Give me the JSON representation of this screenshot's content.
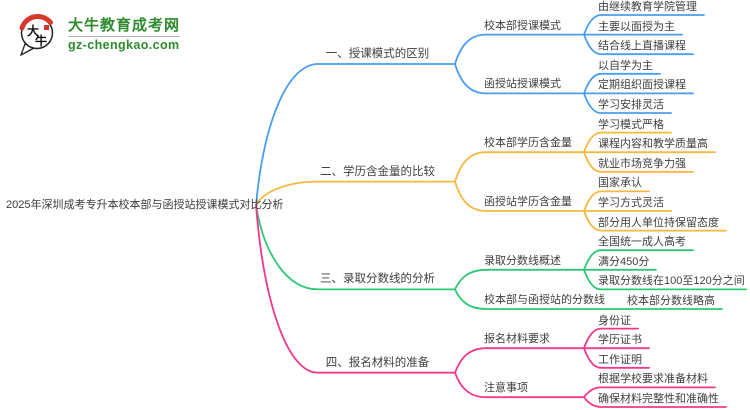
{
  "logo": {
    "icon_char_top": "大",
    "icon_char_bottom": "牛",
    "site_name": "大牛教育成考网",
    "site_domain": "gz-chengkao.com",
    "brand_green": "#2e8b2e",
    "brand_red": "#d6392c"
  },
  "mindmap": {
    "root": "2025年深圳成考专升本校本部与函授站授课模式对比分析",
    "text_color": "#3f3f3f",
    "branches": [
      {
        "label": "一、授课模式的区别",
        "color": "#4a9ef0",
        "children": [
          {
            "label": "校本部授课模式",
            "children": [
              {
                "label": "由继续教育学院管理"
              },
              {
                "label": "主要以面授为主"
              },
              {
                "label": "结合线上直播课程"
              }
            ]
          },
          {
            "label": "函授站授课模式",
            "children": [
              {
                "label": "以自学为主"
              },
              {
                "label": "定期组织面授课程"
              },
              {
                "label": "学习安排灵活"
              }
            ]
          }
        ]
      },
      {
        "label": "二、学历含金量的比较",
        "color": "#f6b93f",
        "children": [
          {
            "label": "校本部学历含金量",
            "children": [
              {
                "label": "学习模式严格"
              },
              {
                "label": "课程内容和教学质量高"
              },
              {
                "label": "就业市场竞争力强"
              }
            ]
          },
          {
            "label": "函授站学历含金量",
            "children": [
              {
                "label": "国家承认"
              },
              {
                "label": "学习方式灵活"
              },
              {
                "label": "部分用人单位持保留态度"
              }
            ]
          }
        ]
      },
      {
        "label": "三、录取分数线的分析",
        "color": "#2ec877",
        "children": [
          {
            "label": "录取分数线概述",
            "children": [
              {
                "label": "全国统一成人高考"
              },
              {
                "label": "满分450分"
              },
              {
                "label": "录取分数线在100至120分之间"
              }
            ]
          },
          {
            "label": "校本部与函授站的分数线",
            "children": [
              {
                "label": "校本部分数线略高"
              }
            ]
          }
        ]
      },
      {
        "label": "四、报名材料的准备",
        "color": "#f2388a",
        "children": [
          {
            "label": "报名材料要求",
            "children": [
              {
                "label": "身份证"
              },
              {
                "label": "学历证书"
              },
              {
                "label": "工作证明"
              }
            ]
          },
          {
            "label": "注意事项",
            "children": [
              {
                "label": "根据学校要求准备材料"
              },
              {
                "label": "确保材料完整性和准确性"
              }
            ]
          }
        ]
      }
    ]
  }
}
